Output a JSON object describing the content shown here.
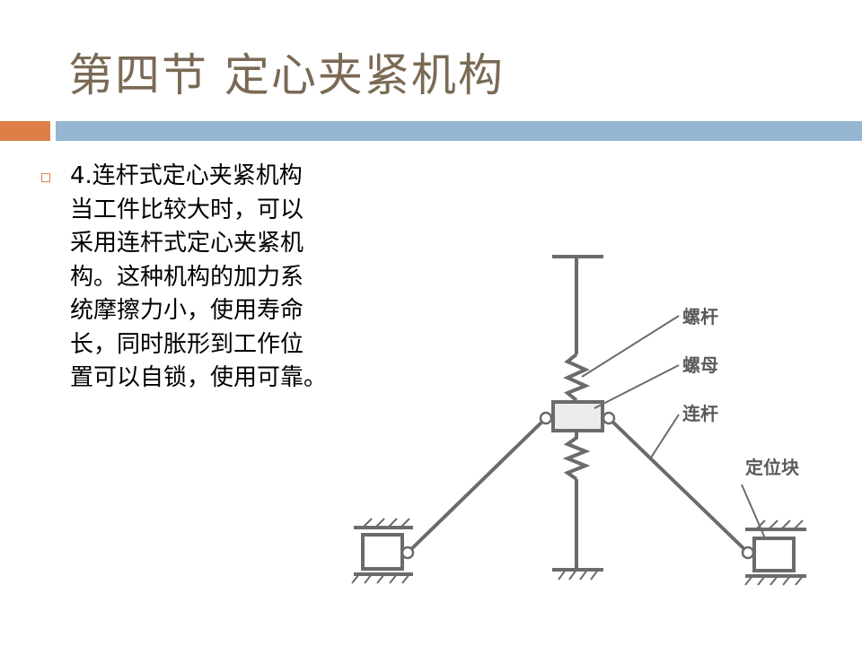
{
  "slide": {
    "title": "第四节  定心夹紧机构",
    "accent_colors": {
      "orange": "#dd8047",
      "blue": "#94b6d2",
      "title": "#7a6a55"
    }
  },
  "content": {
    "bullet_icon": "square-bullet-icon",
    "lines": [
      "4.连杆式定心夹紧机构",
      "当工件比较大时，可以",
      "采用连杆式定心夹紧机",
      "构。这种机构的加力系",
      "统摩擦力小，使用寿命",
      "长，同时胀形到工作位",
      "置可以自锁，使用可靠。"
    ]
  },
  "diagram": {
    "labels": {
      "screw": "螺杆",
      "nut": "螺母",
      "link": "连杆",
      "locator": "定位块"
    }
  }
}
